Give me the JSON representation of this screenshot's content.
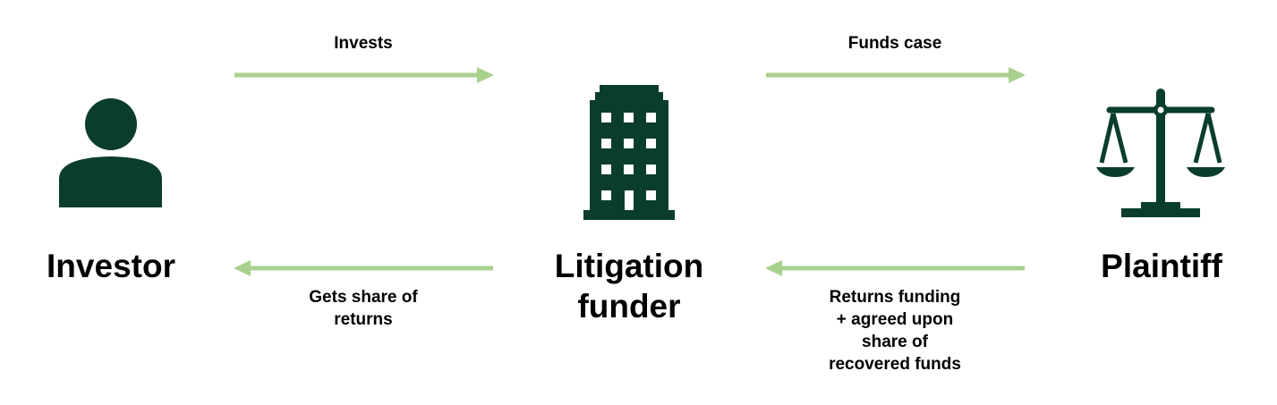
{
  "colors": {
    "icon": "#0b3d2e",
    "arrow": "#a9d18e"
  },
  "nodes": [
    {
      "id": "investor",
      "label": "Investor",
      "icon": "person-icon"
    },
    {
      "id": "funder",
      "label_lines": [
        "Litigation",
        "funder"
      ],
      "icon": "building-icon"
    },
    {
      "id": "plaintiff",
      "label": "Plaintiff",
      "icon": "scales-of-justice-icon"
    }
  ],
  "arrows": {
    "invests": {
      "direction": "right",
      "label": "Invests"
    },
    "funds_case": {
      "direction": "right",
      "label": "Funds case"
    },
    "gets_share": {
      "direction": "left",
      "label_lines": [
        "Gets share of",
        "returns"
      ]
    },
    "returns_funding": {
      "direction": "left",
      "label_lines": [
        "Returns funding",
        "+ agreed upon",
        "share of",
        "recovered funds"
      ]
    }
  }
}
